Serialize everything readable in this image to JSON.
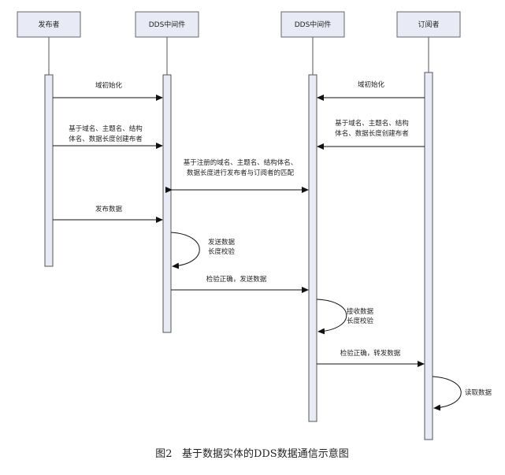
{
  "participants": [
    {
      "id": "publisher",
      "label": "发布者"
    },
    {
      "id": "dds_left",
      "label": "DDS中间件"
    },
    {
      "id": "dds_right",
      "label": "DDS中间件"
    },
    {
      "id": "subscriber",
      "label": "订阅者"
    }
  ],
  "messages": {
    "pub_domain_init": "域初始化",
    "pub_create": [
      "基于域名、主题名、结构",
      "体名、数据长度创建布者"
    ],
    "sub_domain_init": "域初始化",
    "sub_create": [
      "基于域名、主题名、结构",
      "体名、数据长度创建布者"
    ],
    "match": [
      "基于注册的域名、主题名、结构体名、",
      "数据长度进行发布者与订阅者的匹配"
    ],
    "publish_data": "发布数据",
    "send_check": [
      "发送数据",
      "长度校验"
    ],
    "send_after_check": "检验正确，发送数据",
    "recv_check": [
      "接收数据",
      "长度校验"
    ],
    "forward_after_check": "检验正确，转发数据",
    "read_data": "读取数据"
  },
  "caption": "图2   基于数据实体的DDS数据通信示意图"
}
